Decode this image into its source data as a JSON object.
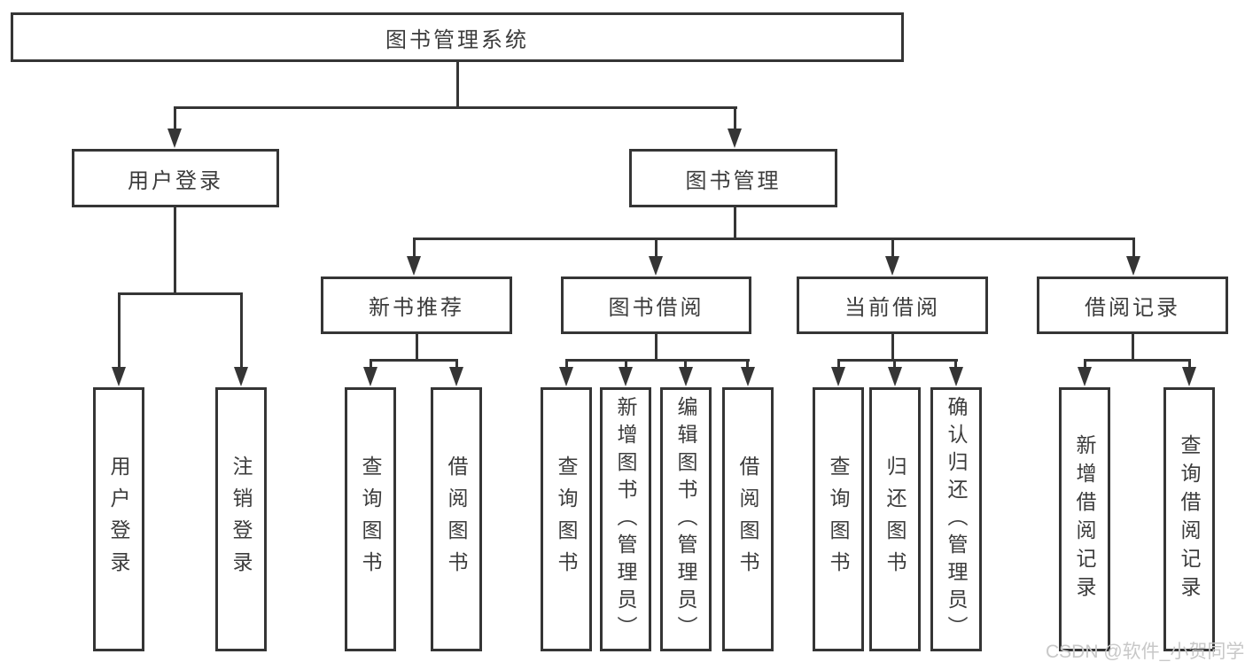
{
  "tree": {
    "label": "图书管理系统",
    "children": [
      {
        "label": "用户登录",
        "children": [
          {
            "label": "用户登录"
          },
          {
            "label": "注销登录"
          }
        ]
      },
      {
        "label": "图书管理",
        "children": [
          {
            "label": "新书推荐",
            "children": [
              {
                "label": "查询图书"
              },
              {
                "label": "借阅图书"
              }
            ]
          },
          {
            "label": "图书借阅",
            "children": [
              {
                "label": "查询图书"
              },
              {
                "label": "新增图书（管理员）"
              },
              {
                "label": "编辑图书（管理员）"
              },
              {
                "label": "借阅图书"
              }
            ]
          },
          {
            "label": "当前借阅",
            "children": [
              {
                "label": "查询图书"
              },
              {
                "label": "归还图书"
              },
              {
                "label": "确认归还（管理员）"
              }
            ]
          },
          {
            "label": "借阅记录",
            "children": [
              {
                "label": "新增借阅记录"
              },
              {
                "label": "查询借阅记录"
              }
            ]
          }
        ]
      }
    ]
  },
  "watermark": {
    "text": "CSDN @软件_小贺同学"
  },
  "colors": {
    "line": "#353535",
    "text": "#3c3c3c",
    "box-bg": "#ffffff",
    "watermark": "#c8c8c8"
  }
}
